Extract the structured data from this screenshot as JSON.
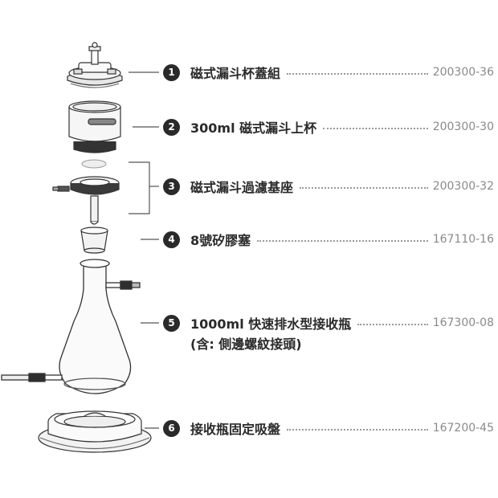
{
  "parts": [
    {
      "num": "1",
      "label": "磁式漏斗杯蓋組",
      "code": "200300-36"
    },
    {
      "num": "2",
      "label": "300ml 磁式漏斗上杯",
      "code": "200300-30"
    },
    {
      "num": "3",
      "label": "磁式漏斗過濾基座",
      "code": "200300-32"
    },
    {
      "num": "4",
      "label": "8號矽膠塞",
      "code": "167110-16"
    },
    {
      "num": "5",
      "label": "1000ml 快速排水型接收瓶",
      "sublabel": "(含: 側邊螺紋接頭)",
      "code": "167300-08"
    },
    {
      "num": "6",
      "label": "接收瓶固定吸盤",
      "code": "167200-45"
    }
  ],
  "colors": {
    "text": "#2a2a2a",
    "code": "#8a8a8a",
    "line": "#555555"
  },
  "icons": [
    "lid-assembly-icon",
    "funnel-cup-icon",
    "filter-disc-icon",
    "filter-base-icon",
    "silicone-stopper-icon",
    "receiving-flask-icon",
    "suction-base-icon"
  ]
}
